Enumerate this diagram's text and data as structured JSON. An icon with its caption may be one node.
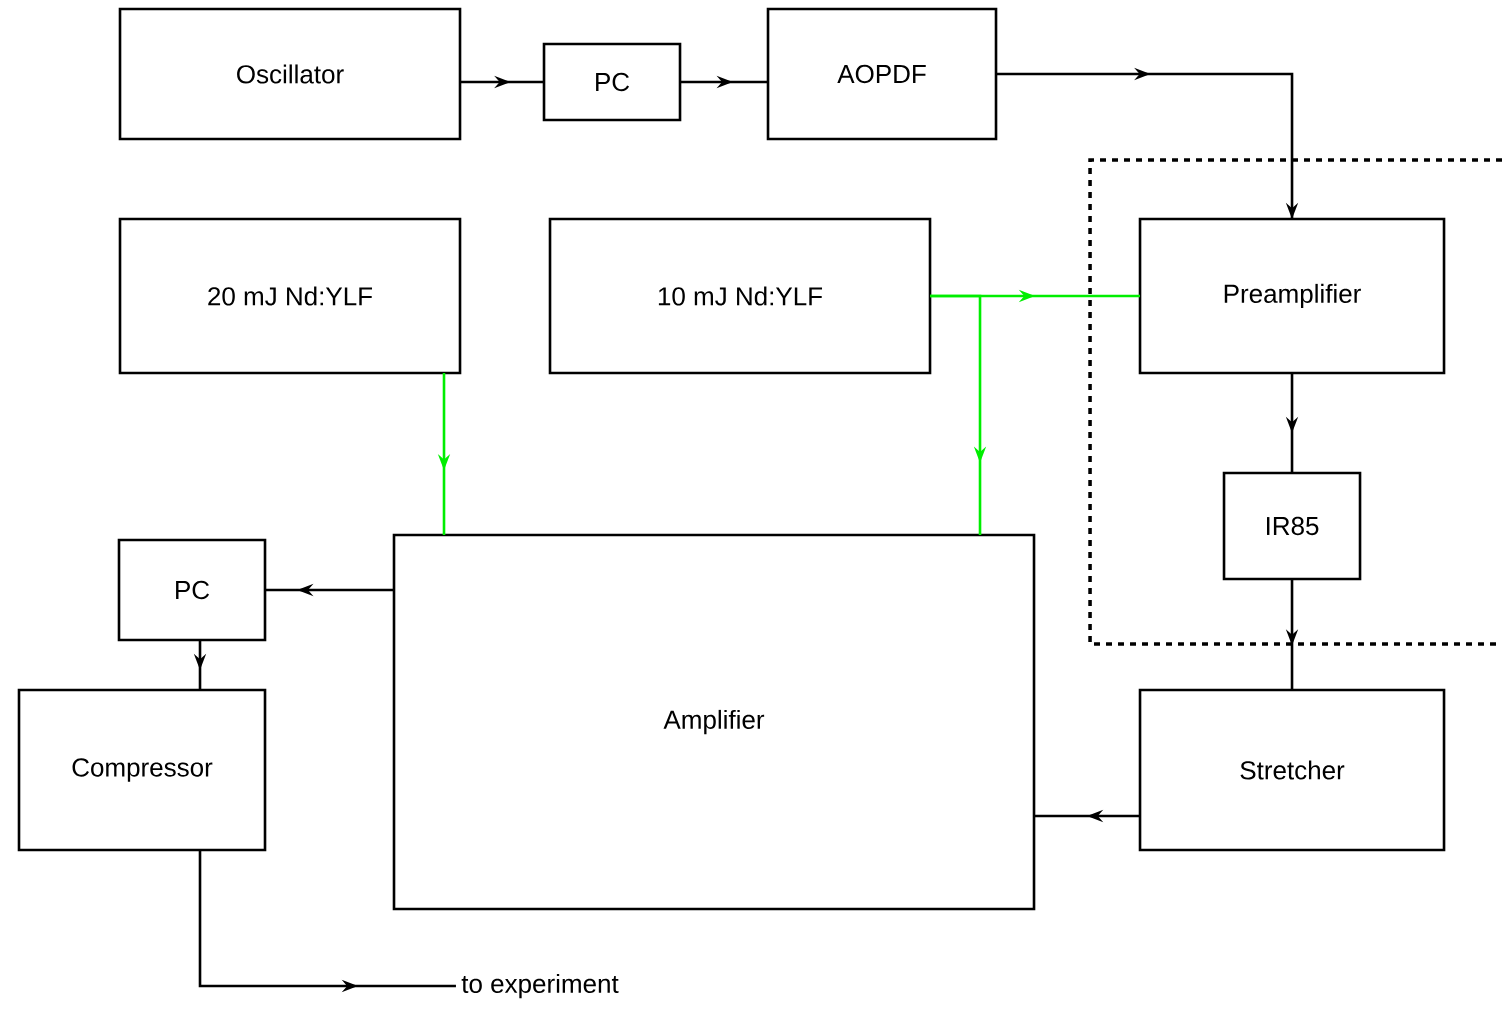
{
  "diagram": {
    "nodes": [
      {
        "text": [
          "Oscillator"
        ]
      },
      {
        "text": [
          "PC"
        ]
      },
      {
        "text": [
          "AOPDF"
        ]
      },
      {
        "text": [
          "20 mJ Nd:YLF"
        ]
      },
      {
        "text": [
          "10 mJ Nd:YLF"
        ]
      },
      {
        "text": [
          "Preamplifier"
        ]
      },
      {
        "text": [
          "PC"
        ]
      },
      {
        "text": [
          "Amplifier"
        ]
      },
      {
        "text": [
          "IR85"
        ]
      },
      {
        "text": [
          "Compressor"
        ]
      },
      {
        "text": [
          "Stretcher"
        ]
      },
      {
        "text": [
          "to experiment"
        ]
      }
    ],
    "edges": [
      {
        "from": 0,
        "to": 1,
        "arrow": "to"
      },
      {
        "from": 1,
        "to": 2,
        "arrow": "to"
      },
      {
        "from": 2,
        "to": 5,
        "arrow": "to"
      },
      {
        "from": 4,
        "to": 5,
        "arrow": "to",
        "color": "#00ee00"
      },
      {
        "from": 4,
        "to": 7,
        "arrow": "to",
        "color": "#00ee00"
      },
      {
        "from": 3,
        "to": 7,
        "arrow": "to",
        "color": "#00ee00"
      },
      {
        "from": 5,
        "to": 8,
        "arrow": "to"
      },
      {
        "from": 8,
        "to": 10,
        "arrow": "to"
      },
      {
        "from": 10,
        "to": 7,
        "arrow": "to"
      },
      {
        "from": 7,
        "to": 6,
        "arrow": "to"
      },
      {
        "from": 6,
        "to": 9,
        "arrow": "to"
      },
      {
        "from": 9,
        "to": 11,
        "arrow": "to"
      }
    ]
  }
}
